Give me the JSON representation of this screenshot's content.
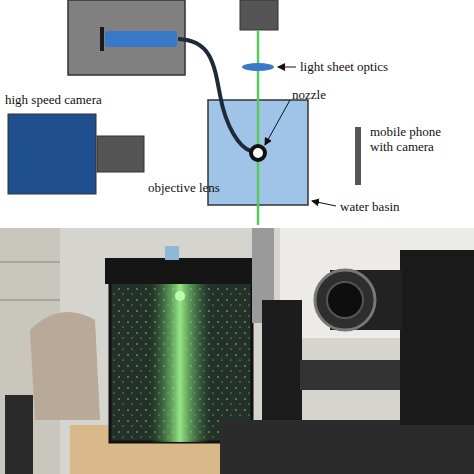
{
  "diagram": {
    "labels": [
      "light sheet optics",
      "high speed camera",
      "nozzle",
      "mobile phone with camera",
      "objective lens",
      "water basin"
    ]
  }
}
